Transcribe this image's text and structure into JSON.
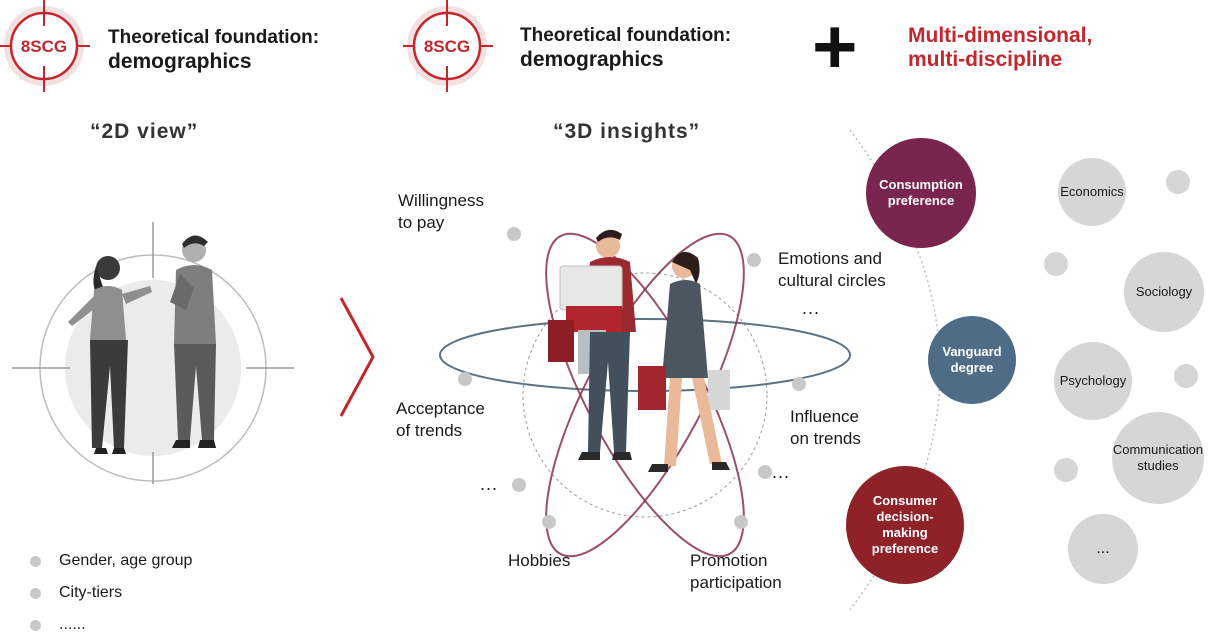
{
  "logo": {
    "text": "8SCG"
  },
  "left_header": {
    "line1": "Theoretical foundation:",
    "line2": "demographics"
  },
  "mid_header": {
    "line1": "Theoretical foundation:",
    "line2": "demographics"
  },
  "plus_symbol": "+",
  "right_header": {
    "line1": "Multi-dimensional,",
    "line2": "multi-discipline"
  },
  "view_2d": "“2D view”",
  "view_3d": "“3D insights”",
  "bullets": [
    "Gender, age group",
    "City-tiers",
    "......"
  ],
  "orbit_labels": {
    "willingness": [
      "Willingness",
      "to pay"
    ],
    "emotions": [
      "Emotions and",
      "cultural circles"
    ],
    "emotions_more": "...",
    "acceptance": [
      "Acceptance",
      "of trends"
    ],
    "influence": [
      "Influence",
      "on trends"
    ],
    "more_left": "...",
    "more_right": "...",
    "hobbies": "Hobbies",
    "promotion": [
      "Promotion",
      "participation"
    ]
  },
  "dimensions": {
    "consumption": [
      "Consumption",
      "preference"
    ],
    "vanguard": [
      "Vanguard",
      "degree"
    ],
    "decision": [
      "Consumer",
      "decision-",
      "making",
      "preference"
    ]
  },
  "disciplines": {
    "economics": "Economics",
    "sociology": "Sociology",
    "psychology": "Psychology",
    "communication": [
      "Communication",
      "studies"
    ],
    "more": "..."
  },
  "colors": {
    "brand_red": "#c5262e",
    "consumption": "#7a2450",
    "vanguard": "#4f6c86",
    "decision": "#8f2128",
    "grey_circle": "#d6d6d6"
  }
}
